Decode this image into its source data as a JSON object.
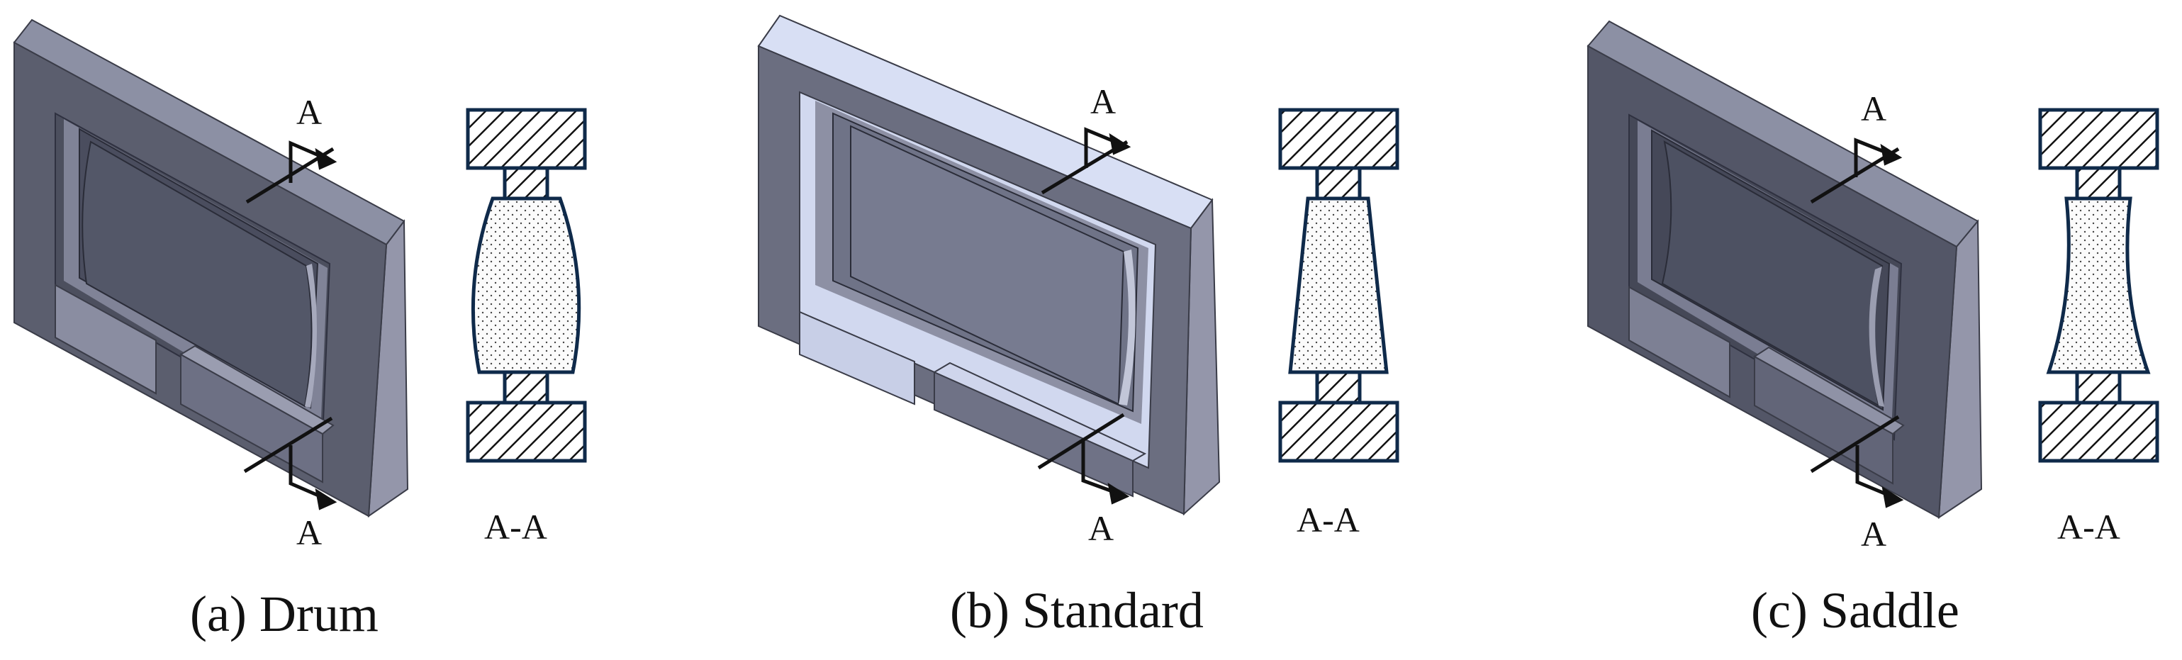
{
  "panels": [
    {
      "id": "drum",
      "caption": "(a) Drum",
      "cut_letter": "A",
      "section_label": "A-A",
      "profile": "drum"
    },
    {
      "id": "standard",
      "caption": "(b) Standard",
      "cut_letter": "A",
      "section_label": "A-A",
      "profile": "standard"
    },
    {
      "id": "saddle",
      "caption": "(c) Saddle",
      "cut_letter": "A",
      "section_label": "A-A",
      "profile": "saddle"
    }
  ],
  "colors": {
    "block_face": "#5d6070",
    "block_top": "#8a8ea3",
    "block_side": "#9294a8",
    "block_top_light": "#d6ddf3",
    "cavity": "#6b7086",
    "profile_outline": "#0f2a4a",
    "line": "#111111"
  }
}
